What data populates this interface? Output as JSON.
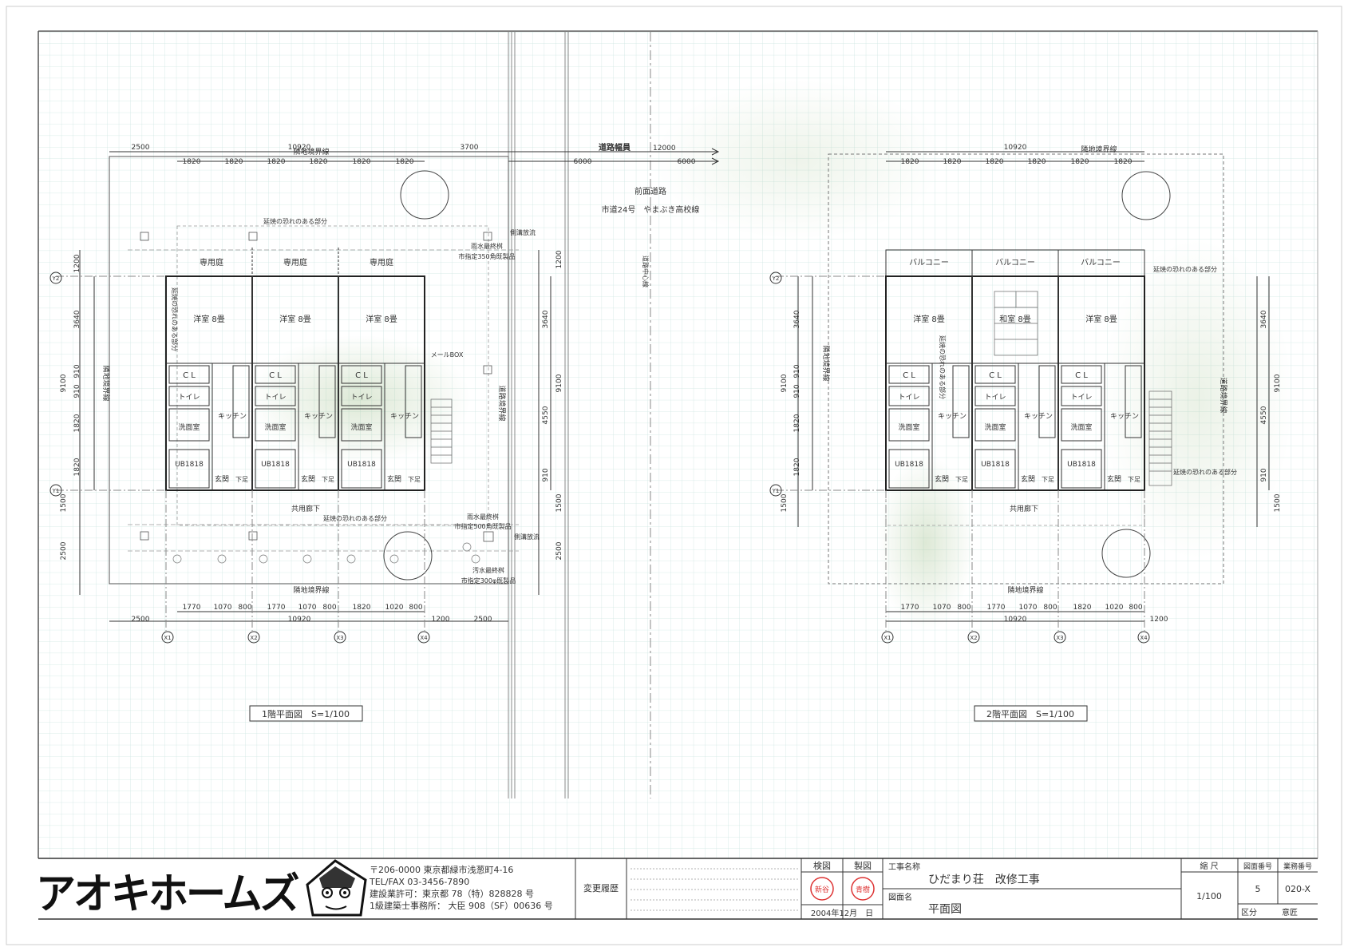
{
  "company": {
    "logo_text": "アオキホームズ",
    "address_lines": [
      "〒206-0000 東京都緑市浅葱町4-16",
      "TEL/FAX 03-3456-7890",
      "建設業許可：東京都 78（特）828828 号",
      "1級建築士事務所： 大臣 908（SF）00636 号"
    ]
  },
  "title_block": {
    "revision_label": "変更履歴",
    "check_label": "検図",
    "drawn_label": "製図",
    "check_stamp": "新谷",
    "drawn_stamp": "青樹",
    "date_text": "2004年12月　日",
    "project_label": "工事名称",
    "project_name": "ひだまり荘　改修工事",
    "drawing_label": "図面名",
    "drawing_name": "平面図",
    "scale_label": "縮 尺",
    "scale_value": "1/100",
    "drawing_no_label": "図面番号",
    "drawing_no": "5",
    "business_no_label": "業務番号",
    "business_no": "020-X",
    "division_label": "区分",
    "division_value": "意匠"
  },
  "road": {
    "width_label": "道路幅員",
    "width": "12000",
    "half_left": "6000",
    "half_right": "6000",
    "name1": "前面道路",
    "name2": "市道24号　やまぶき高校線",
    "centerline": "道路中心線"
  },
  "plan1": {
    "title": "1階平面図　S=1/100",
    "top_dims": [
      "2500",
      "10920",
      "3700"
    ],
    "top_sub": [
      "1820",
      "1820",
      "1820",
      "1820",
      "1820",
      "1820"
    ],
    "bottom_dims": [
      "2500",
      "10920",
      "1200",
      "2500"
    ],
    "bottom_sub": [
      "1770",
      "1070",
      "800",
      "1770",
      "1070",
      "800",
      "1820",
      "1020",
      "800"
    ],
    "left_dims": [
      "1200",
      "3640",
      "910",
      "910",
      "1820",
      "1820",
      "1500",
      "2500"
    ],
    "left_total": "9100",
    "right_dims": [
      "1200",
      "3640",
      "9100",
      "4550",
      "910",
      "1500",
      "2500"
    ],
    "rooms": [
      "洋室 8畳",
      "洋室 8畳",
      "洋室 8畳"
    ],
    "gardens": [
      "専用庭",
      "専用庭",
      "専用庭"
    ],
    "cl": "C L",
    "toilet": "トイレ",
    "washroom": "洗面室",
    "kitchen": "キッチン",
    "ub": "UB1818",
    "entrance": "玄関",
    "shoe": "下足",
    "corridor": "共用廊下",
    "fire_zone": "延焼の恐れのある部分",
    "neighbor_top": "隣地境界線",
    "neighbor_left": "隣地境界線",
    "neighbor_bottom": "隣地境界線",
    "road_boundary": "道路境界線",
    "gutter": "側溝放流",
    "rain1_a": "雨水最終桝",
    "rain1_b": "市指定350角既製品",
    "rain2_a": "雨水最終桝",
    "rain2_b": "市指定500角既製品",
    "sewage_a": "汚水最終桝",
    "sewage_b": "市指定300φ既製品",
    "mailbox": "メールBOX",
    "axes_x": [
      "X1",
      "X2",
      "X3",
      "X4"
    ],
    "axes_y": [
      "Y2",
      "Y1"
    ]
  },
  "plan2": {
    "title": "2階平面図　S=1/100",
    "top_total": "10920",
    "top_sub": [
      "1820",
      "1820",
      "1820",
      "1820",
      "1820",
      "1820"
    ],
    "bottom_total": "10920",
    "bottom_extra": "1200",
    "bottom_sub": [
      "1770",
      "1070",
      "800",
      "1770",
      "1070",
      "800",
      "1820",
      "1020",
      "800"
    ],
    "left_dims": [
      "3640",
      "910",
      "910",
      "1820",
      "1820",
      "1500"
    ],
    "left_total": "9100",
    "right_dims": [
      "3640",
      "9100",
      "4550",
      "910",
      "1500"
    ],
    "balconies": [
      "バルコニー",
      "バルコニー",
      "バルコニー"
    ],
    "rooms": [
      "洋室 8畳",
      "和室 8畳",
      "洋室 8畳"
    ],
    "cl": "C L",
    "toilet": "トイレ",
    "washroom": "洗面室",
    "kitchen": "キッチン",
    "ub": "UB1818",
    "entrance": "玄関",
    "shoe": "下足",
    "corridor": "共用廊下",
    "fire_zone": "延焼の恐れのある部分",
    "neighbor_top": "隣地境界線",
    "neighbor_left": "隣地境界線",
    "neighbor_bottom": "隣地境界線",
    "road_boundary": "道路境界線",
    "axes_x": [
      "X1",
      "X2",
      "X3",
      "X4"
    ],
    "axes_y": [
      "Y2",
      "Y1"
    ]
  }
}
